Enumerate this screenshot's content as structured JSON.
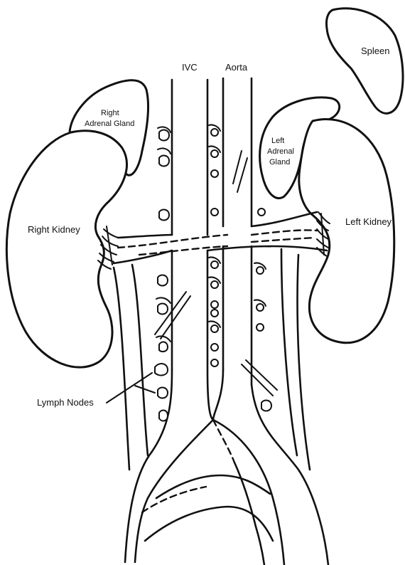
{
  "labels": {
    "ivc": "IVC",
    "aorta": "Aorta",
    "spleen": "Spleen",
    "right_adrenal_line1": "Right",
    "right_adrenal_line2": "Adrenal Gland",
    "left_adrenal_line1": "Left",
    "left_adrenal_line2": "Adrenal",
    "left_adrenal_line3": "Gland",
    "right_kidney": "Right Kidney",
    "left_kidney": "Left Kidney",
    "lymph_nodes": "Lymph Nodes"
  },
  "colors": {
    "line": "#111111",
    "background": "#ffffff"
  }
}
